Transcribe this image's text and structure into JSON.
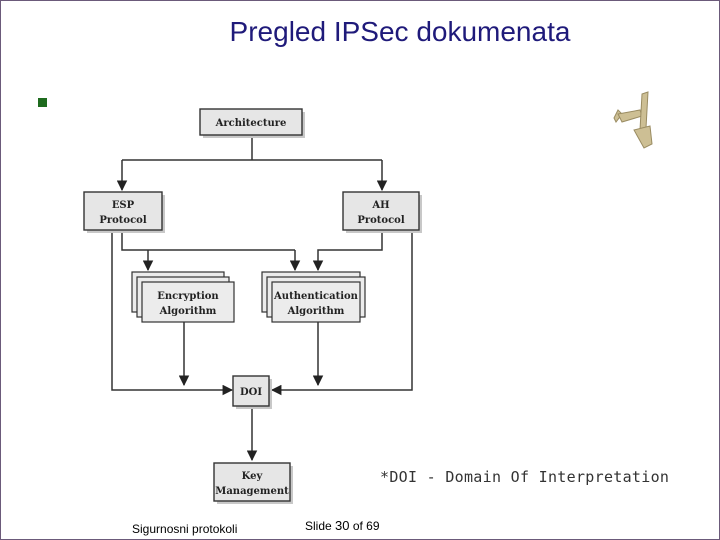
{
  "slide": {
    "title": "Pregled IPSec dokumenata",
    "note": "*DOI - Domain Of Interpretation",
    "footer_left": "Sigurnosni protokoli",
    "footer_slide_word": "Slide",
    "footer_slide_num": "30",
    "footer_of": "of 69",
    "bullet_color": "#1e6b1e",
    "title_color": "#1f1a7a"
  },
  "diagram": {
    "architecture": "Architecture",
    "esp_line1": "ESP",
    "esp_line2": "Protocol",
    "ah_line1": "AH",
    "ah_line2": "Protocol",
    "enc_line1": "Encryption",
    "enc_line2": "Algorithm",
    "auth_line1": "Authentication",
    "auth_line2": "Algorithm",
    "doi": "DOI",
    "key_line1": "Key",
    "key_line2": "Management"
  }
}
